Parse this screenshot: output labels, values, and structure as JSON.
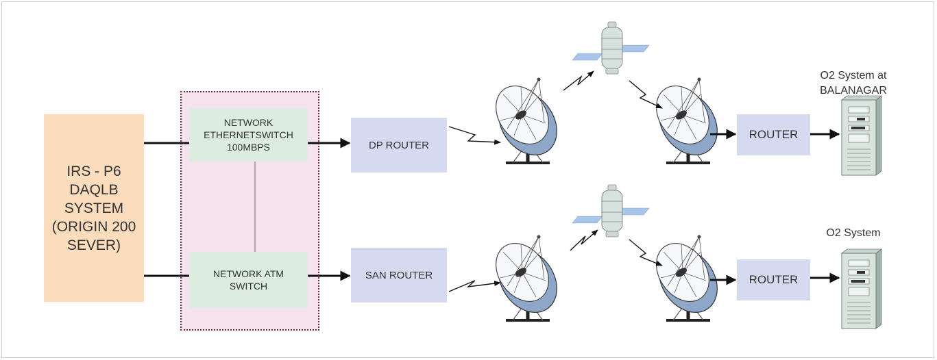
{
  "origin": {
    "lines": [
      "IRS - P6",
      "DAQLB",
      "SYSTEM",
      "(ORIGIN 200",
      "SEVER)"
    ]
  },
  "switch_ethernet": {
    "lines": [
      "NETWORK",
      "ETHERNETSWITCH",
      "100MBPS"
    ]
  },
  "switch_atm": {
    "lines": [
      "NETWORK ATM",
      "SWITCH"
    ]
  },
  "dp_router": {
    "label": "DP ROUTER"
  },
  "san_router": {
    "label": "SAN ROUTER"
  },
  "router_top": {
    "label": "ROUTER"
  },
  "router_bottom": {
    "label": "ROUTER"
  },
  "o2_top": {
    "lines": [
      "O2 System at",
      "BALANAGAR"
    ]
  },
  "o2_bottom": {
    "label": "O2 System"
  },
  "colors": {
    "origin_fill": "#fbdcbc",
    "enclosure_fill": "#f5e2ec",
    "switch_fill": "#dcecdf",
    "router_fill": "#d6daf0",
    "dish_fill": "#8ea6c7",
    "line": "#111111"
  },
  "icons": [
    "satellite-dish-icon",
    "satellite-icon",
    "server-tower-icon",
    "lightning-link-icon"
  ]
}
